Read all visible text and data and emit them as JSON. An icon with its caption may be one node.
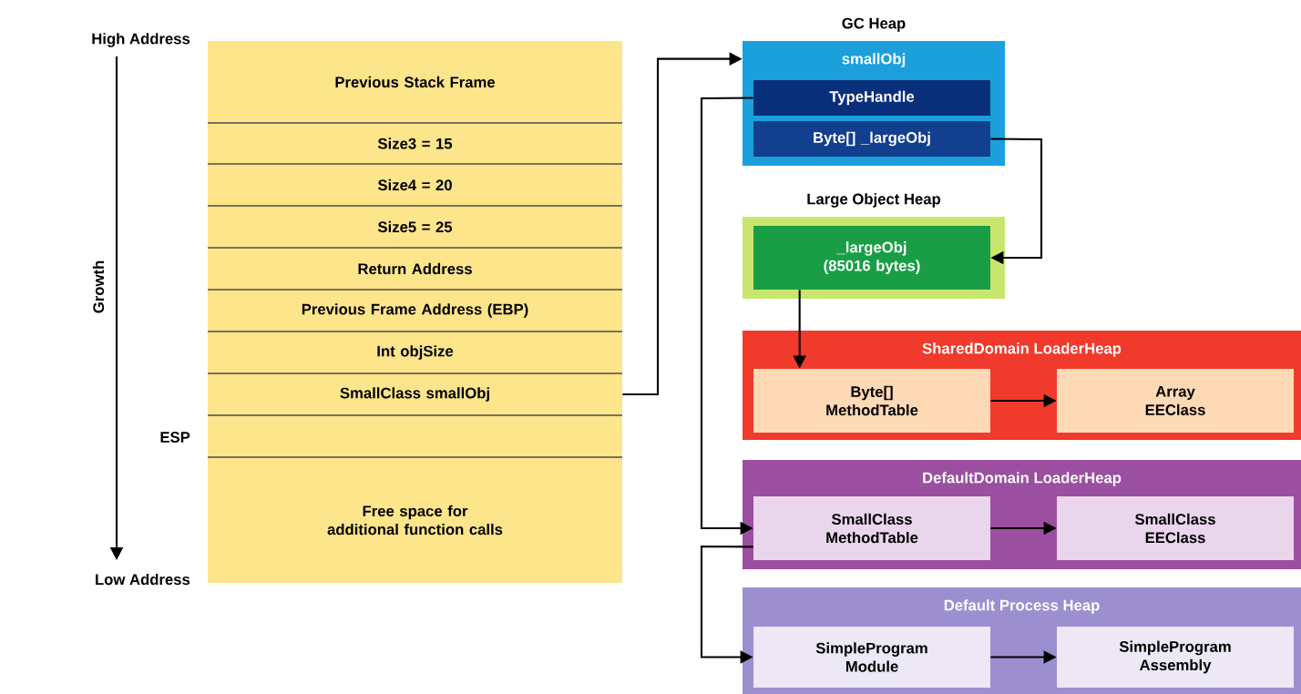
{
  "diagram": {
    "nodes": [
      {
        "text": [
          "Previous Stack Frame"
        ]
      },
      {
        "text": [
          "Size3 = 15"
        ]
      },
      {
        "text": [
          "Size4 = 20"
        ]
      },
      {
        "text": [
          "Size5 = 25"
        ]
      },
      {
        "text": [
          "Return Address"
        ]
      },
      {
        "text": [
          "Previous Frame Address (EBP)"
        ]
      },
      {
        "text": [
          "Int objSize"
        ]
      },
      {
        "text": [
          "SmallClass smallObj"
        ]
      },
      {
        "text": [],
        "shape": "box"
      },
      {
        "text": [
          "Free space for additional function calls"
        ]
      },
      {
        "text": [
          "GC Heap",
          "smallObj"
        ]
      },
      {
        "text": [
          "TypeHandle"
        ],
        "in": 10
      },
      {
        "text": [
          "Byte[] _largeObj"
        ],
        "in": 10
      },
      {
        "text": [
          "Large Object Heap"
        ]
      },
      {
        "text": [
          "_largeObj (85016 bytes)"
        ],
        "in": 13
      },
      {
        "text": [
          "SharedDomain LoaderHeap"
        ]
      },
      {
        "text": [
          "Byte[] MethodTable"
        ],
        "in": 15
      },
      {
        "text": [
          "Array EEClass"
        ],
        "in": 15
      },
      {
        "text": [
          "DefaultDomain LoaderHeap"
        ]
      },
      {
        "text": [
          "SmallClass MethodTable"
        ],
        "in": 18
      },
      {
        "text": [
          "SmallClass EEClass"
        ],
        "in": 18
      },
      {
        "text": [
          "Default Process Heap"
        ]
      },
      {
        "text": [
          "SimpleProgram Module"
        ],
        "in": 21
      },
      {
        "text": [
          "SimpleProgram Assembly"
        ],
        "in": 21
      }
    ],
    "edges": [
      {
        "from": 7,
        "to": 10,
        "arrow": "to"
      },
      {
        "from": 11,
        "to": 19,
        "arrow": "to"
      },
      {
        "from": 12,
        "to": 14,
        "arrow": "to"
      },
      {
        "from": 14,
        "to": 16,
        "arrow": "to"
      },
      {
        "from": 16,
        "to": 17,
        "arrow": "to"
      },
      {
        "from": 19,
        "to": 20,
        "arrow": "to"
      },
      {
        "from": 19,
        "to": 22,
        "arrow": "to"
      },
      {
        "from": 22,
        "to": 23,
        "arrow": "to"
      }
    ],
    "labels": [
      "High Address",
      "Growth",
      "ESP",
      "Low Address"
    ]
  }
}
